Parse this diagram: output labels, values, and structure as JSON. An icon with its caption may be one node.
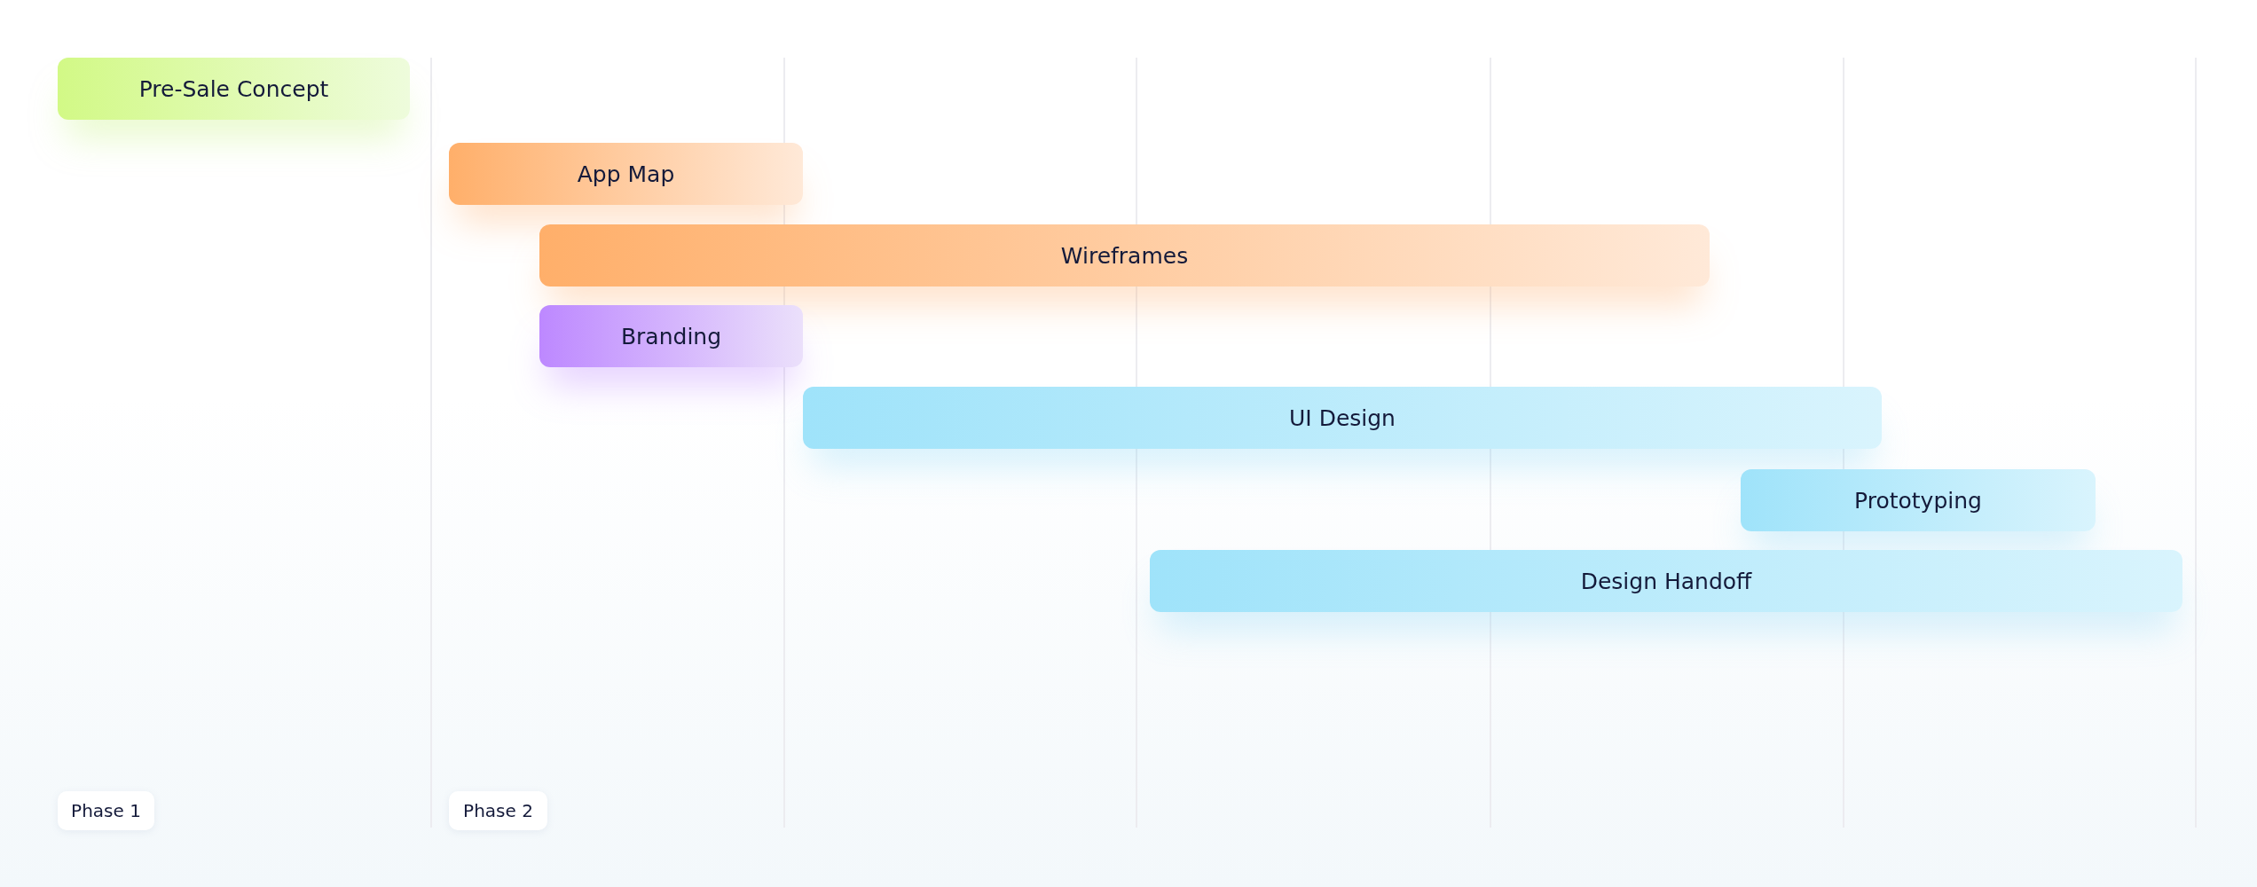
{
  "diagram": {
    "nodes": [
      {
        "text": [
          "Pre-Sale Concept"
        ]
      },
      {
        "text": [
          "App Map"
        ]
      },
      {
        "text": [
          "Wireframes"
        ]
      },
      {
        "text": [
          "Branding"
        ]
      },
      {
        "text": [
          "UI Design"
        ]
      },
      {
        "text": [
          "Prototyping"
        ]
      },
      {
        "text": [
          "Design Handoff"
        ]
      }
    ],
    "edges": [],
    "labels": [
      "Phase 1",
      "Phase 2"
    ]
  }
}
